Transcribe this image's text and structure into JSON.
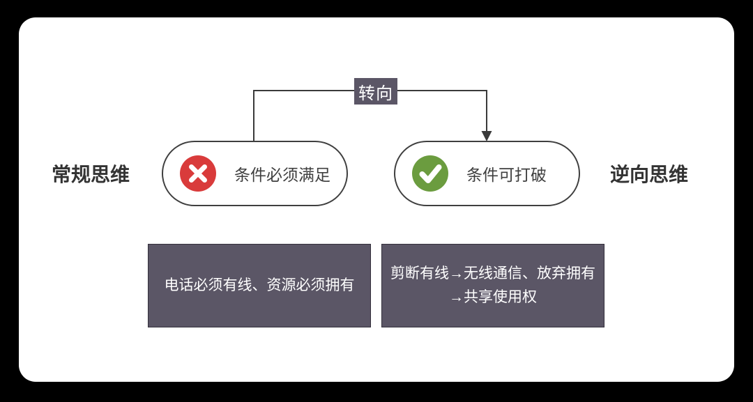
{
  "canvas": {
    "background": "#000000",
    "card_background": "#ffffff"
  },
  "connector": {
    "label": "转向",
    "label_background": "#5b5666",
    "label_text_color": "#ffffff",
    "line_color": "#3a3a3a"
  },
  "left_branch": {
    "side_label": "常规思维",
    "pill_text": "条件必须满足",
    "pill_icon": "x-circle-icon",
    "pill_icon_color": "#d93b3b",
    "detail_text": "电话必须有线、资源必须拥有"
  },
  "right_branch": {
    "side_label": "逆向思维",
    "pill_text": "条件可打破",
    "pill_icon": "check-circle-icon",
    "pill_icon_color": "#6b9c3f",
    "detail_text_line1": "剪断有线→无线通信、放弃拥有",
    "detail_text_line2": "→共享使用权"
  },
  "detail_box_style": {
    "background": "#5b5666",
    "text_color": "#ffffff"
  }
}
